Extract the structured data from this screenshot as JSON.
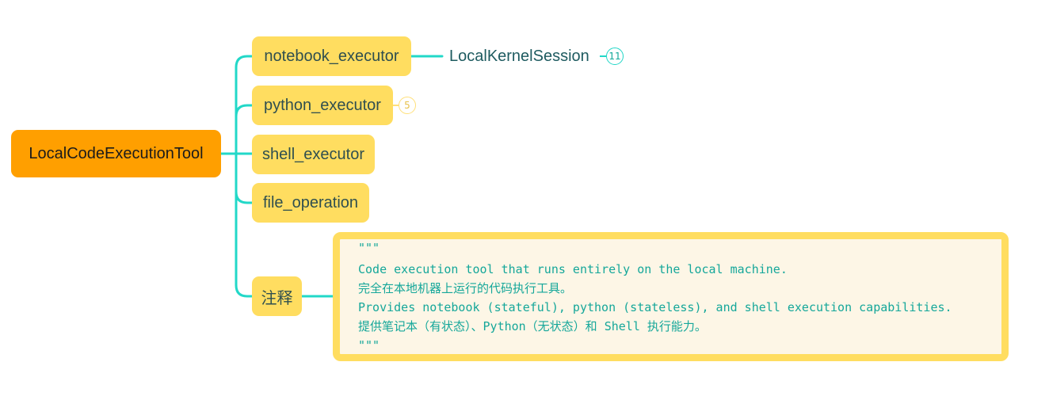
{
  "root": {
    "label": "LocalCodeExecutionTool"
  },
  "children": [
    {
      "label": "notebook_executor",
      "subtopic": {
        "label": "LocalKernelSession",
        "count": "11"
      }
    },
    {
      "label": "python_executor",
      "count": "5"
    },
    {
      "label": "shell_executor"
    },
    {
      "label": "file_operation"
    },
    {
      "label": "注释",
      "note": [
        "\"\"\"",
        "Code execution tool that runs entirely on the local machine.",
        "完全在本地机器上运行的代码执行工具。",
        "Provides notebook (stateful), python (stateless), and shell execution capabilities.",
        "提供笔记本（有状态）、Python（无状态）和 Shell 执行能力。",
        "\"\"\""
      ]
    }
  ],
  "colors": {
    "root_fill": "#ff9f00",
    "child_fill": "#ffdd60",
    "connector": "#22d8c8",
    "note_border": "#ffdd60",
    "note_background": "#fdf6e6",
    "note_text": "#15a79a",
    "topic_text": "#1e5b60"
  }
}
